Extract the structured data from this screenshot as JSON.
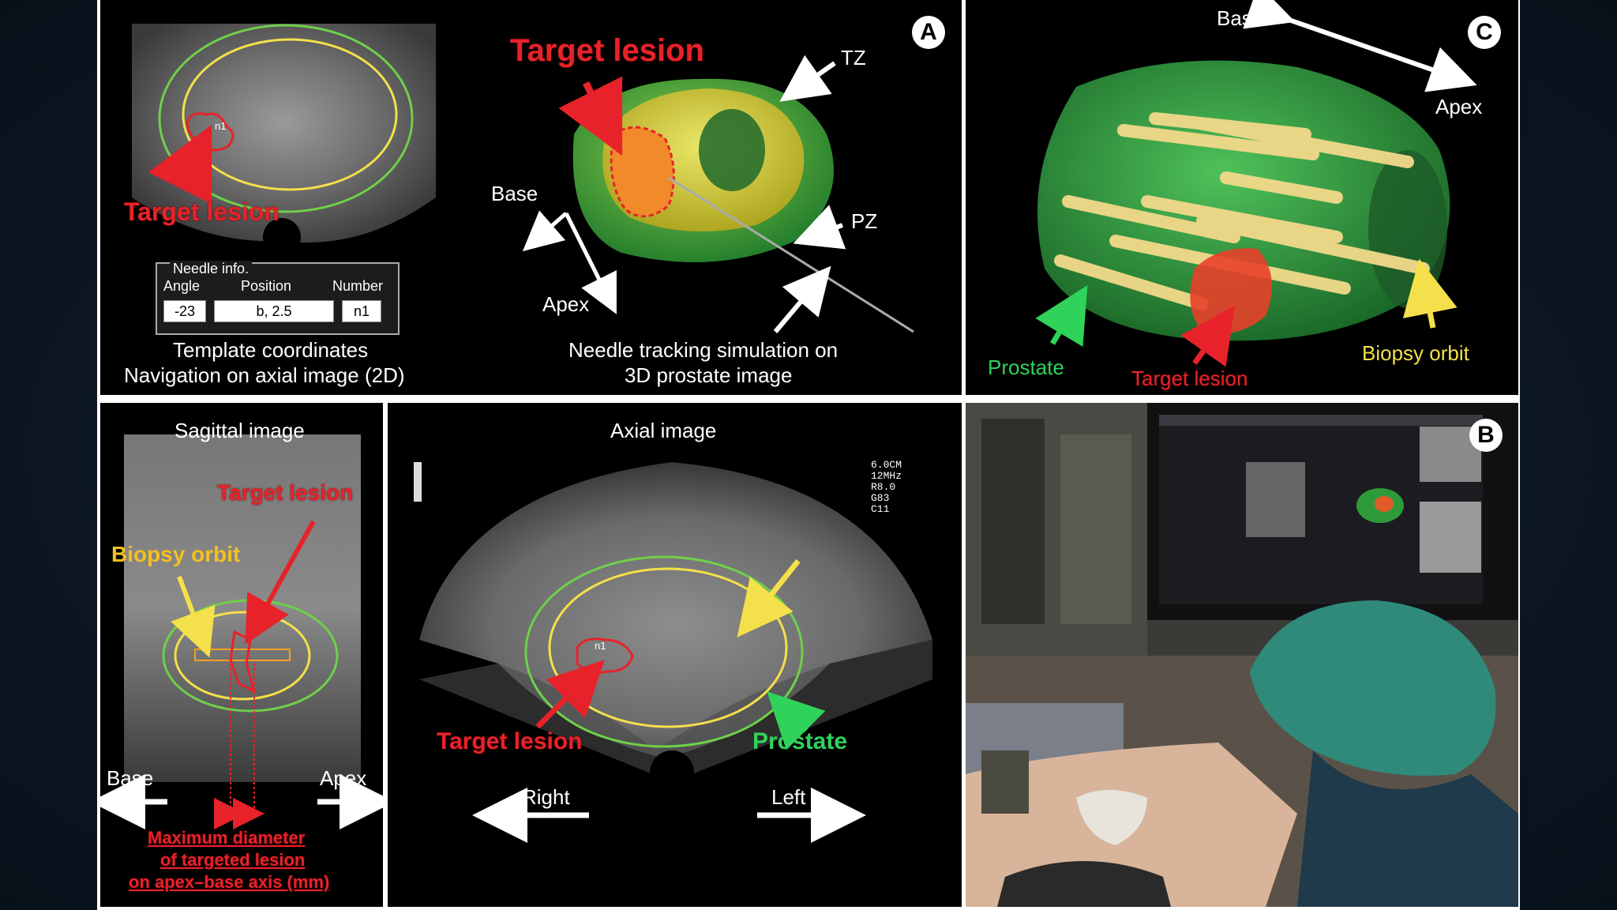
{
  "panel_a": {
    "badge": "A",
    "us_target_label": "Target lesion",
    "needle_info": {
      "title": "Needle info.",
      "angle_label": "Angle",
      "position_label": "Position",
      "number_label": "Number",
      "angle_value": "-23",
      "position_value": "b, 2.5",
      "number_value": "n1"
    },
    "lesion_tag": "n1",
    "caption_left_1": "Template coordinates",
    "caption_left_2": "Navigation on axial image (2D)",
    "model_target_label": "Target lesion",
    "tz": "TZ",
    "pz": "PZ",
    "base": "Base",
    "apex": "Apex",
    "caption_right_1": "Needle tracking simulation on",
    "caption_right_2": "3D prostate image"
  },
  "panel_c": {
    "badge": "C",
    "base": "Base",
    "apex": "Apex",
    "prostate": "Prostate",
    "target": "Target lesion",
    "orbit": "Biopsy orbit"
  },
  "sagittal": {
    "title": "Sagittal image",
    "target": "Target lesion",
    "orbit": "Biopsy orbit",
    "base": "Base",
    "apex": "Apex",
    "diam_1": "Maximum diameter",
    "diam_2": "of targeted lesion",
    "diam_3": "on apex–base axis (mm)"
  },
  "axial": {
    "title": "Axial image",
    "settings": [
      "6.0CM",
      "12MHz",
      "R8.0",
      "G83",
      "C11"
    ],
    "lesion_tag": "n1",
    "target": "Target lesion",
    "prostate": "Prostate",
    "right": "Right",
    "left": "Left"
  },
  "panel_b": {
    "badge": "B"
  },
  "colors": {
    "red": "#e8222a",
    "green": "#2fd35a",
    "yellow": "#f4e04a",
    "white": "#ffffff"
  }
}
